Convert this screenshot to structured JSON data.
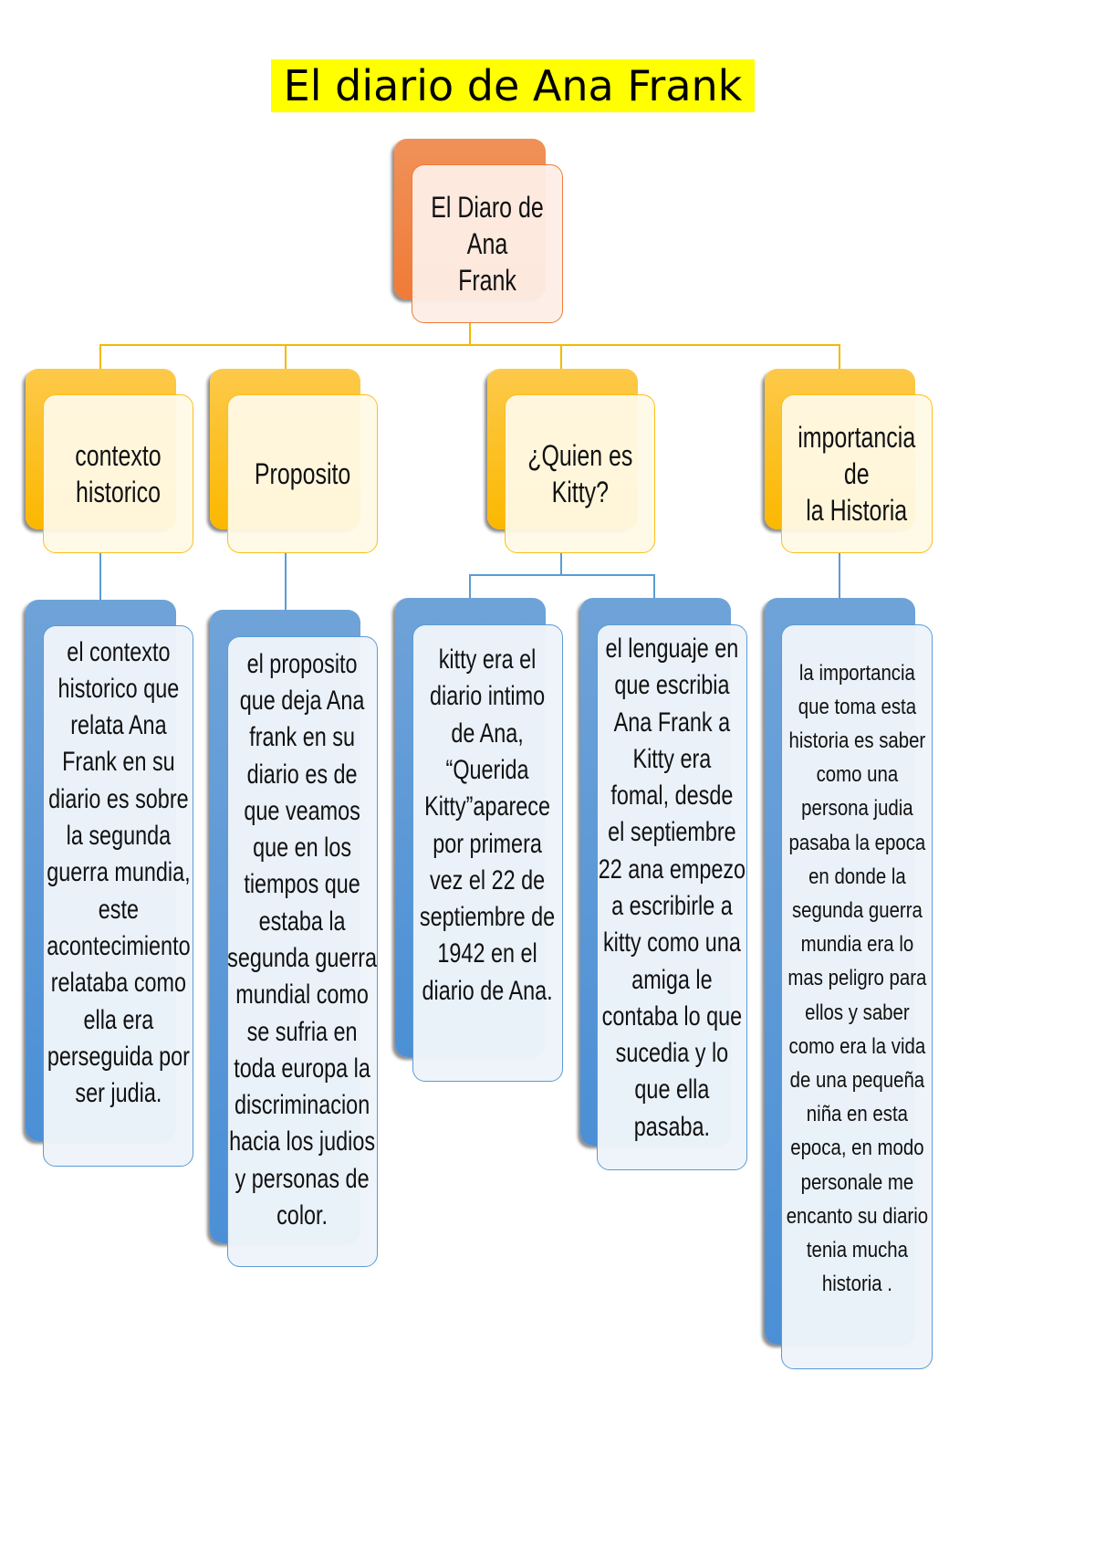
{
  "title": "El diario de Ana Frank",
  "root": "El Diaro de Ana\nFrank",
  "categories": [
    {
      "label": "contexto\nhistorico",
      "details": [
        "el contexto\nhistorico que\nrelata Ana\nFrank en su\ndiario es sobre\nla segunda\nguerra mundia,\neste\nacontecimiento\nrelataba como\nella era\nperseguida por\nser judia."
      ]
    },
    {
      "label": "Proposito",
      "details": [
        "el proposito\nque deja Ana\nfrank en su\ndiario es de\nque veamos\nque en los\ntiempos que\nestaba la\nsegunda guerra\nmundial como\nse sufria en\ntoda europa la\ndiscriminacion\nhacia los judios\ny personas de\ncolor."
      ]
    },
    {
      "label": "¿Quien es\nKitty?",
      "details": [
        "kitty era el\ndiario intimo\nde Ana,\n“Querida\nKitty”aparece\npor primera\nvez el 22 de\nseptiembre de\n1942 en el\ndiario de Ana.",
        "el lenguaje en\nque escribia\nAna Frank a\nKitty era\nfomal, desde\nel septiembre\n22 ana empezo\na escribirle a\nkitty como una\namiga le\ncontaba lo que\nsucedia y lo\nque ella\npasaba."
      ]
    },
    {
      "label": "importancia de\nla Historia",
      "details": [
        "la importancia\nque toma esta\nhistoria es saber\ncomo una\npersona judia\npasaba la epoca\nen donde la\nsegunda guerra\nmundia era lo\nmas peligro para\nellos y saber\ncomo era la vida\nde una pequeña\nniña en esta\nepoca, en modo\npersonale me\nencanto su diario\ntenia mucha\nhistoria ."
      ]
    }
  ]
}
